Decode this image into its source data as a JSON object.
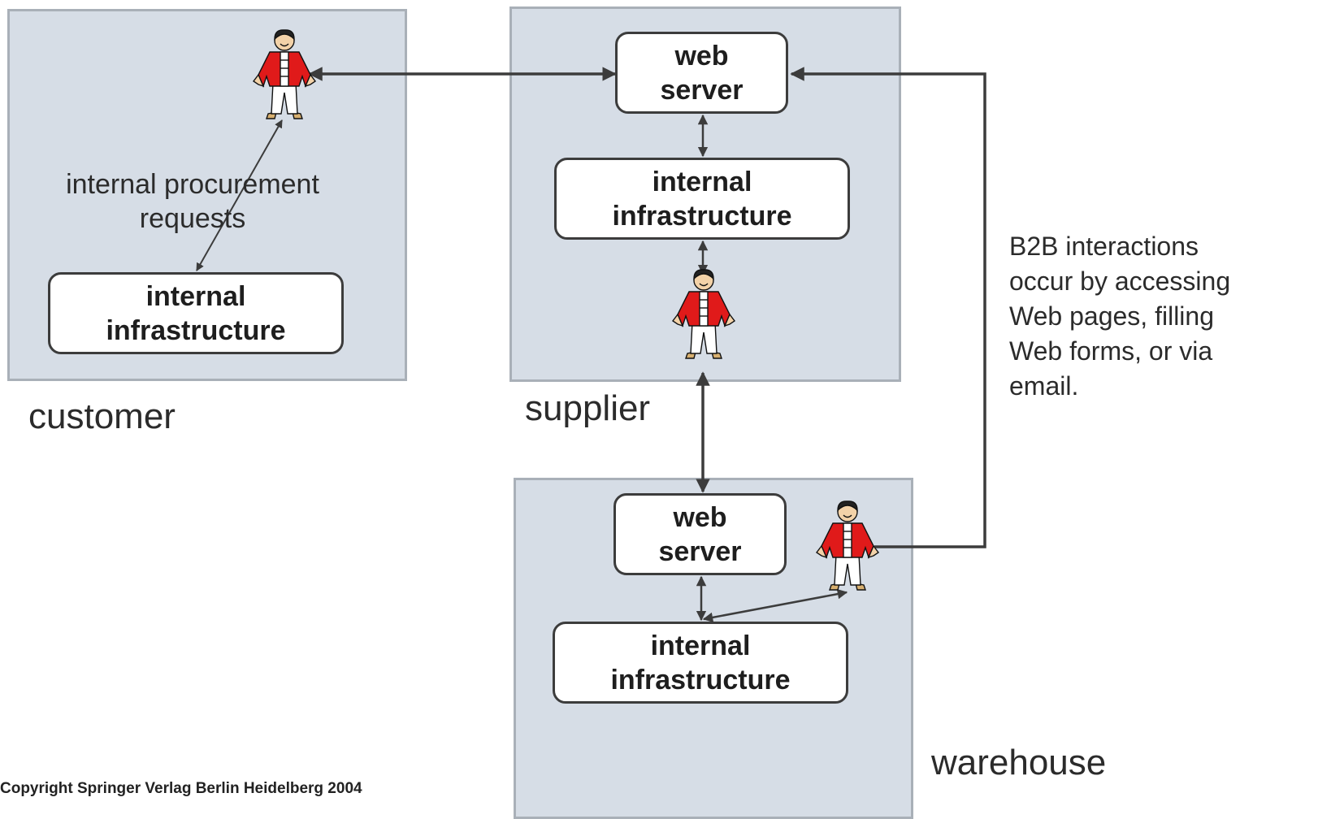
{
  "regions": {
    "customer": {
      "label": "customer",
      "box": {
        "line1": "internal",
        "line2": "infrastructure"
      }
    },
    "supplier": {
      "label": "supplier",
      "web_server": {
        "line1": "web",
        "line2": "server"
      },
      "infrastructure": {
        "line1": "internal",
        "line2": "infrastructure"
      }
    },
    "warehouse": {
      "label": "warehouse",
      "web_server": {
        "line1": "web",
        "line2": "server"
      },
      "infrastructure": {
        "line1": "internal",
        "line2": "infrastructure"
      }
    }
  },
  "annotations": {
    "procurement_line1": "internal procurement",
    "procurement_line2": "requests",
    "b2b_note": [
      "B2B interactions",
      "occur by accessing",
      "Web pages, filling",
      "Web forms, or via",
      "email."
    ]
  },
  "footer": {
    "copyright": "Copyright Springer Verlag Berlin Heidelberg 2004"
  },
  "colors": {
    "region_fill": "#d6dde6",
    "region_border": "#a9b0b8",
    "person_jacket": "#e01a1a",
    "arrow": "#3c3c3c"
  },
  "icons": [
    "person-icon"
  ]
}
